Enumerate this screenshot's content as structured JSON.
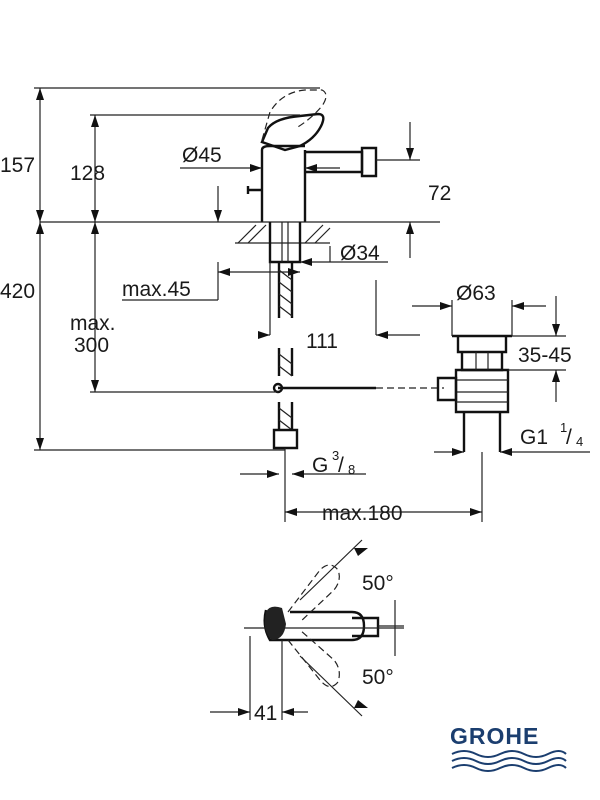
{
  "dimensions": {
    "d157": "157",
    "d128": "128",
    "d45": "Ø45",
    "d72": "72",
    "d34": "Ø34",
    "d420": "420",
    "max45": "max.45",
    "max300_line1": "max.",
    "max300_line2": "300",
    "d111": "111",
    "d63": "Ø63",
    "d3545": "35-45",
    "g114_base": "G1",
    "g114_num": "1",
    "g114_den": "4",
    "g38_base": "G",
    "g38_num": "3",
    "g38_den": "8",
    "max180": "max.180",
    "angle_top": "50°",
    "angle_bottom": "50°",
    "d41": "41"
  },
  "logo": {
    "text": "GROHE",
    "color": "#1b3e6f"
  }
}
